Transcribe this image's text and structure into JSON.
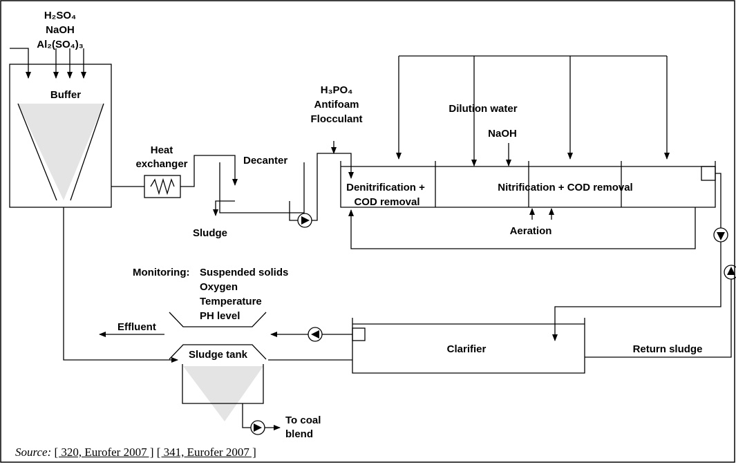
{
  "diagram": {
    "chemicals_in": [
      "H₂SO₄",
      "NaOH",
      "Al₂(SO₄)₃"
    ],
    "buffer": "Buffer",
    "heat_exchanger": [
      "Heat",
      "exchanger"
    ],
    "decanter": "Decanter",
    "sludge": "Sludge",
    "chemicals_bio": [
      "H₃PO₄",
      "Antifoam",
      "Flocculant"
    ],
    "dilution_water": "Dilution water",
    "naoh": "NaOH",
    "denitrification": [
      "Denitrification +",
      "COD removal"
    ],
    "nitrification": "Nitrification + COD removal",
    "aeration": "Aeration",
    "monitoring_label": "Monitoring:",
    "monitoring_items": [
      "Suspended solids",
      "Oxygen",
      "Temperature",
      "PH level"
    ],
    "effluent": "Effluent",
    "sludge_tank": "Sludge tank",
    "clarifier": "Clarifier",
    "return_sludge": "Return sludge",
    "to_coal_blend": [
      "To coal",
      "blend"
    ]
  },
  "source": {
    "label": "Source:",
    "refs": [
      "[ 320, Eurofer 2007 ]",
      "[ 341, Eurofer 2007 ]"
    ]
  }
}
